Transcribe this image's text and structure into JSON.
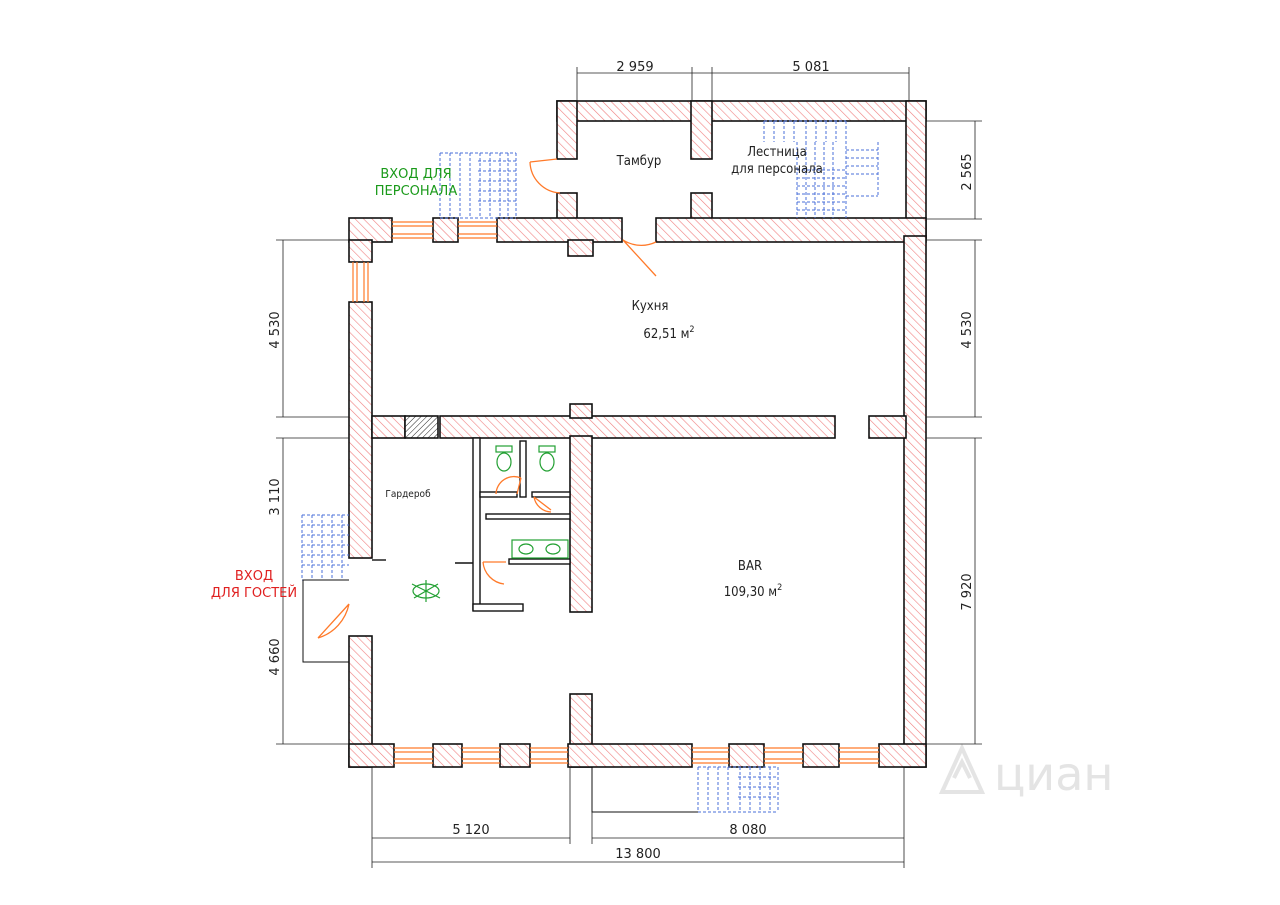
{
  "rooms": {
    "vestibule": "Тамбур",
    "staff_stairs": [
      "Лестница",
      "для персонала"
    ],
    "kitchen": "Кухня",
    "kitchen_area": "62,51 м",
    "cloakroom": "Гардероб",
    "bar": "BAR",
    "bar_area": "109,30 м",
    "area_sup": "2"
  },
  "entrances": {
    "staff": [
      "ВХОД ДЛЯ",
      "ПЕРСОНАЛА"
    ],
    "guests": [
      "ВХОД",
      "ДЛЯ ГОСТЕЙ"
    ]
  },
  "dimensions": {
    "top_left": "2 959",
    "top_right": "5 081",
    "right_top": "2 565",
    "right_kitchen": "4 530",
    "left_kitchen": "4 530",
    "left_upper": "3 110",
    "left_lower": "4 660",
    "right_bar": "7 920",
    "bottom_left": "5 120",
    "bottom_right": "8 080",
    "bottom_total": "13 800"
  },
  "watermark": "циан",
  "colors": {
    "wall_hatch": "#f08080",
    "wall_line": "#111111",
    "door": "#ff7a2a",
    "stairs": "#4a6fd8",
    "fixtures": "#22a032",
    "staff_label": "#1a9a1a",
    "guest_label": "#e02020"
  }
}
